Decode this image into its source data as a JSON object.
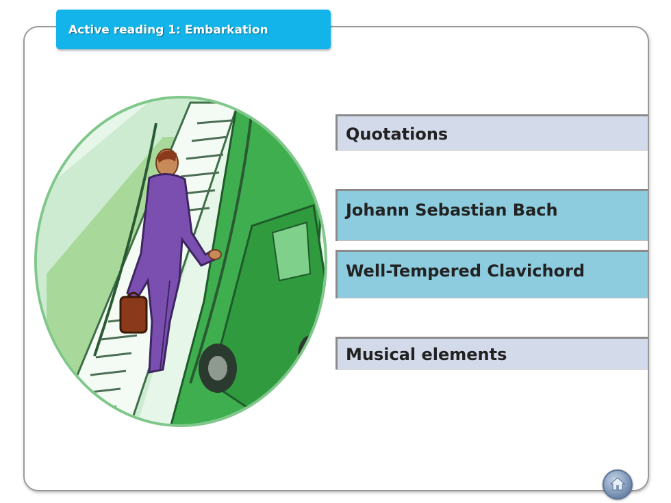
{
  "header": {
    "title": "Active reading 1: Embarkation"
  },
  "topics": [
    {
      "label": "Quotations"
    },
    {
      "label": "Johann Sebastian Bach"
    },
    {
      "label": "Well-Tempered Clavichord"
    },
    {
      "label": "Musical elements"
    }
  ],
  "navigation": {
    "home_icon": "home-icon"
  },
  "colors": {
    "title_tab": "#12b4e9",
    "topic_light": "#d3daea",
    "topic_blue": "#8dcbde",
    "frame_border": "#9a9a9a"
  },
  "illustration": {
    "subject": "man-with-briefcase-on-escalator"
  }
}
